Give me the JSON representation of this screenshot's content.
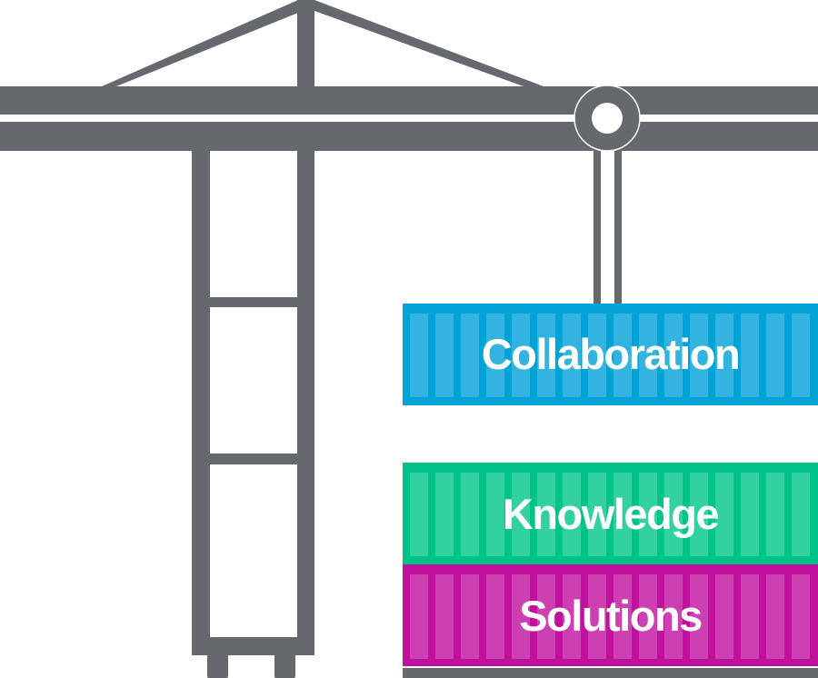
{
  "colors": {
    "crane": "#65686c",
    "background": "#ffffff",
    "collaboration": "#00a3d6",
    "collaboration_stripe": "#33b4e0",
    "knowledge": "#00c389",
    "knowledge_stripe": "#33d0a2",
    "solutions": "#c0109e",
    "solutions_stripe": "#cc40b1"
  },
  "containers": [
    {
      "label": "Collaboration",
      "color_key": "collaboration"
    },
    {
      "label": "Knowledge",
      "color_key": "knowledge"
    },
    {
      "label": "Solutions",
      "color_key": "solutions"
    }
  ]
}
